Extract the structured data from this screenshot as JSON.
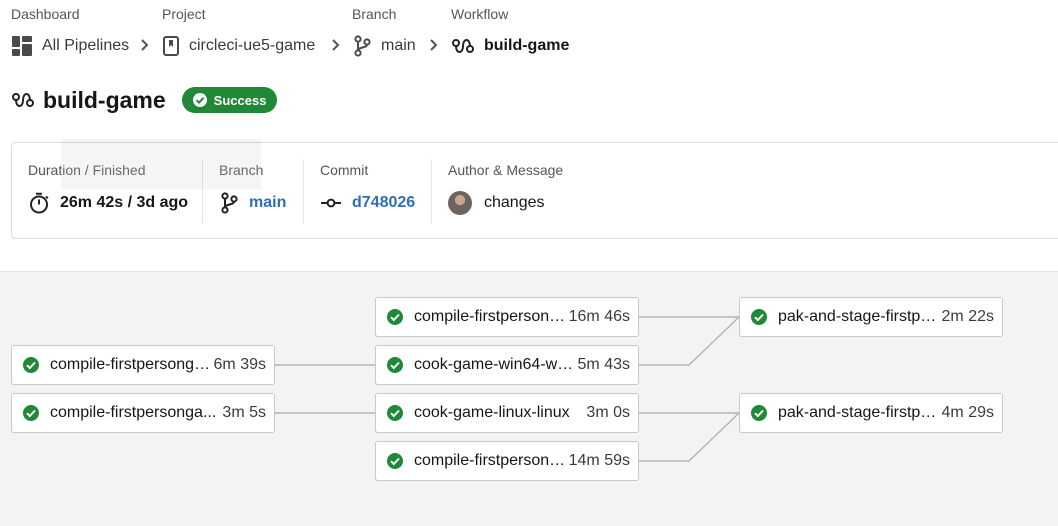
{
  "breadcrumb": {
    "dashboard": {
      "label": "Dashboard",
      "value": "All Pipelines"
    },
    "project": {
      "label": "Project",
      "value": "circleci-ue5-game"
    },
    "branch": {
      "label": "Branch",
      "value": "main"
    },
    "workflow": {
      "label": "Workflow",
      "value": "build-game"
    }
  },
  "workflow": {
    "title": "build-game",
    "status": "Success",
    "status_color": "#218838"
  },
  "details": {
    "duration_label": "Duration / Finished",
    "duration_value": "26m 42s / 3d ago",
    "branch_label": "Branch",
    "branch_value": "main",
    "commit_label": "Commit",
    "commit_value": "d748026",
    "author_label": "Author & Message",
    "author_message": "changes"
  },
  "jobs": [
    {
      "name": "compile-firstpersonga...",
      "time": "6m 39s",
      "status": "success"
    },
    {
      "name": "compile-firstpersonga...",
      "time": "3m 5s",
      "status": "success"
    },
    {
      "name": "compile-firstpersong...",
      "time": "16m 46s",
      "status": "success"
    },
    {
      "name": "cook-game-win64-win...",
      "time": "5m 43s",
      "status": "success"
    },
    {
      "name": "cook-game-linux-linux",
      "time": "3m 0s",
      "status": "success"
    },
    {
      "name": "compile-firstpersong...",
      "time": "14m 59s",
      "status": "success"
    },
    {
      "name": "pak-and-stage-firstper...",
      "time": "2m 22s",
      "status": "success"
    },
    {
      "name": "pak-and-stage-firstper...",
      "time": "4m 29s",
      "status": "success"
    }
  ],
  "icons": {
    "dashboard": "dashboard-grid-icon",
    "project": "bookmark-icon",
    "branch": "git-branch-icon",
    "workflow": "workflow-icon",
    "separator": "chevron-right-icon",
    "duration": "stopwatch-icon",
    "commit": "git-commit-icon",
    "job_status": "check-circle-icon"
  },
  "colors": {
    "success": "#218838",
    "link": "#2e6fb9"
  }
}
